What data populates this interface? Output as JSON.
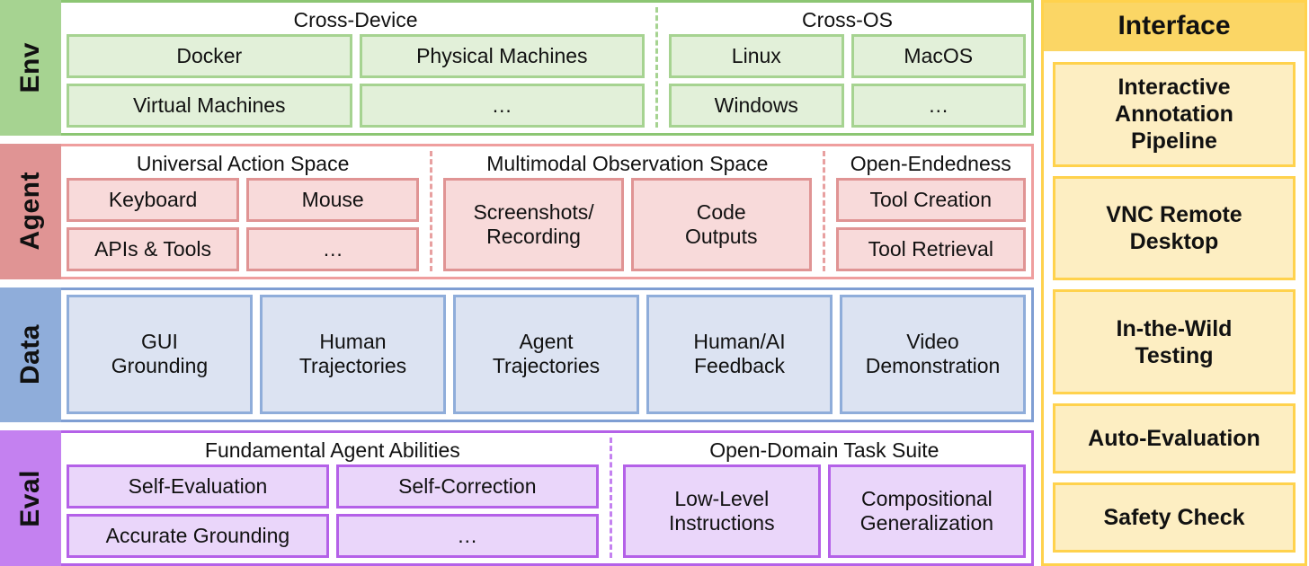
{
  "layers": [
    {
      "id": "env",
      "label": "Env",
      "accent": "#a6d391",
      "groups": [
        {
          "title": "Cross-Device",
          "flex": 1.62,
          "rows": [
            [
              "Docker",
              "Physical Machines"
            ],
            [
              "Virtual Machines",
              "…"
            ]
          ]
        },
        {
          "title": "Cross-OS",
          "flex": 1.0,
          "rows": [
            [
              "Linux",
              "MacOS"
            ],
            [
              "Windows",
              "…"
            ]
          ]
        }
      ]
    },
    {
      "id": "agent",
      "label": "Agent",
      "accent": "#e09494",
      "groups": [
        {
          "title": "Universal Action Space",
          "flex": 1.15,
          "rows": [
            [
              "Keyboard",
              "Mouse"
            ],
            [
              "APIs & Tools",
              "…"
            ]
          ]
        },
        {
          "title": "Multimodal Observation Space",
          "flex": 1.2,
          "rows": [
            [
              "Screenshots/\nRecording",
              "Code\nOutputs"
            ]
          ]
        },
        {
          "title": "Open-Endedness",
          "flex": 0.62,
          "rows": [
            [
              "Tool Creation"
            ],
            [
              "Tool Retrieval"
            ]
          ]
        }
      ]
    },
    {
      "id": "data",
      "label": "Data",
      "accent": "#8fadda",
      "groups": [
        {
          "title": "",
          "flex": 1,
          "rows": [
            [
              "GUI\nGrounding",
              "Human\nTrajectories",
              "Agent\nTrajectories",
              "Human/AI\nFeedback",
              "Video\nDemonstration"
            ]
          ]
        }
      ]
    },
    {
      "id": "eval",
      "label": "Eval",
      "accent": "#c481f0",
      "groups": [
        {
          "title": "Fundamental Agent Abilities",
          "flex": 1.32,
          "rows": [
            [
              "Self-Evaluation",
              "Self-Correction"
            ],
            [
              "Accurate Grounding",
              "…"
            ]
          ]
        },
        {
          "title": "Open-Domain Task Suite",
          "flex": 1.0,
          "rows": [
            [
              "Low-Level\nInstructions",
              "Compositional\nGeneralization"
            ]
          ]
        }
      ]
    }
  ],
  "interface": {
    "title": "Interface",
    "accent": "#ffd24d",
    "fill": "#fdeec2",
    "items": [
      {
        "label": "Interactive\nAnnotation\nPipeline",
        "size": "tall"
      },
      {
        "label": "VNC Remote\nDesktop",
        "size": "tall"
      },
      {
        "label": "In-the-Wild\nTesting",
        "size": "tall"
      },
      {
        "label": "Auto-Evaluation",
        "size": "short"
      },
      {
        "label": "Safety Check",
        "size": "short"
      }
    ]
  }
}
